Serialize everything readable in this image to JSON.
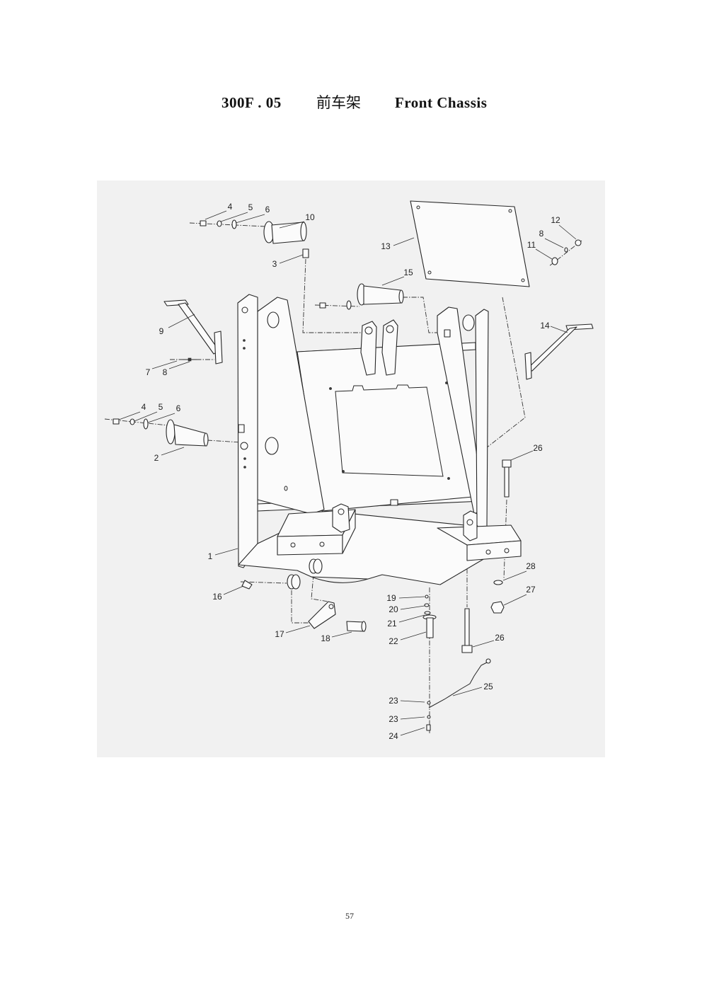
{
  "title": {
    "code": "300F . 05",
    "chinese": "前车架",
    "english": "Front Chassis"
  },
  "diagram": {
    "callouts": [
      "4",
      "5",
      "6",
      "10",
      "3",
      "13",
      "15",
      "12",
      "8",
      "11",
      "9",
      "7",
      "8",
      "14",
      "4",
      "5",
      "6",
      "2",
      "26",
      "1",
      "28",
      "27",
      "16",
      "19",
      "20",
      "21",
      "17",
      "18",
      "22",
      "26",
      "25",
      "23",
      "23",
      "24"
    ]
  },
  "page_number": "57"
}
